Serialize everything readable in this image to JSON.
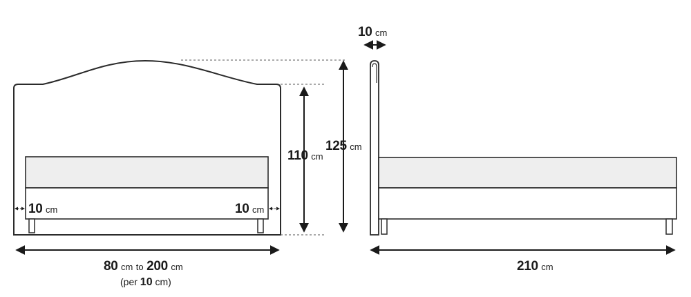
{
  "front_view": {
    "side_margin_left": {
      "value": "10",
      "unit": "cm"
    },
    "side_margin_right": {
      "value": "10",
      "unit": "cm"
    },
    "height_inner": {
      "value": "110",
      "unit": "cm"
    },
    "height_total": {
      "value": "125",
      "unit": "cm"
    },
    "width_min": "80",
    "width_max": "200",
    "width_unit": "cm",
    "width_connector": "to",
    "width_step_prefix": "(per",
    "width_step_value": "10",
    "width_step_suffix": "cm)"
  },
  "side_view": {
    "headboard_thickness": {
      "value": "10",
      "unit": "cm"
    },
    "bed_length": {
      "value": "210",
      "unit": "cm"
    }
  },
  "colors": {
    "line": "#2b2b2b",
    "mattress_fill": "#eeeeee",
    "base_fill": "#ffffff"
  }
}
